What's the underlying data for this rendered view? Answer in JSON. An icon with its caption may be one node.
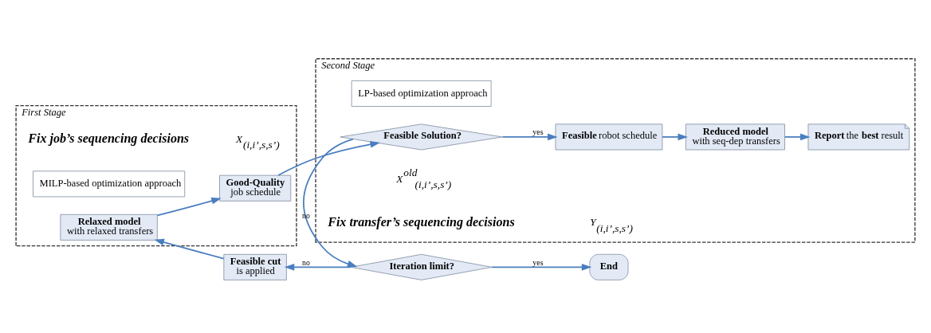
{
  "diagram": {
    "nodes": [
      {
        "text": [
          "First Stage"
        ]
      },
      {
        "text": [
          "MILP-based optimization approach"
        ],
        "in": 0
      },
      {
        "text": [
          "Relaxed model",
          "with relaxed transfers"
        ],
        "in": 0
      },
      {
        "text": [
          "Good-Quality",
          "job schedule"
        ],
        "in": 0
      },
      {
        "text": [
          "Second Stage"
        ]
      },
      {
        "text": [
          "LP-based optimization approach"
        ],
        "in": 4
      },
      {
        "text": [
          "Feasible Solution?"
        ],
        "in": 4
      },
      {
        "text": [
          "**Feasible** robot schedule"
        ],
        "in": 4
      },
      {
        "text": [
          "Reduced model",
          "with seq-dep transfers"
        ],
        "in": 4
      },
      {
        "text": [
          "**Report** the **best** result"
        ],
        "in": 4
      },
      {
        "text": [
          "Iteration limit?"
        ]
      },
      {
        "text": [
          "Feasible cut",
          "is applied"
        ]
      },
      {
        "text": [
          "End"
        ]
      }
    ],
    "edges": [
      {
        "from": 2,
        "to": 3,
        "arrow": "to"
      },
      {
        "from": 3,
        "to": 6,
        "arrow": "to"
      },
      {
        "from": 6,
        "to": 7,
        "arrow": "to",
        "label": "yes"
      },
      {
        "from": 7,
        "to": 8,
        "arrow": "to"
      },
      {
        "from": 8,
        "to": 9,
        "arrow": "to"
      },
      {
        "from": 6,
        "to": 10,
        "arrow": "to",
        "label": "no"
      },
      {
        "from": 10,
        "to": 11,
        "arrow": "to",
        "label": "no"
      },
      {
        "from": 10,
        "to": 12,
        "arrow": "to",
        "label": "yes"
      },
      {
        "from": 11,
        "to": 2,
        "arrow": "to"
      }
    ],
    "labels": [
      "Fix job’s sequencing decisions",
      "X$_{(i,i’,s,s’)}$",
      "X$^{old}$$_{(i,i’,s,s’)}$",
      "Fix transfer’s sequencing decisions",
      "Y$_{(i,i’,s,s’)}$"
    ]
  }
}
